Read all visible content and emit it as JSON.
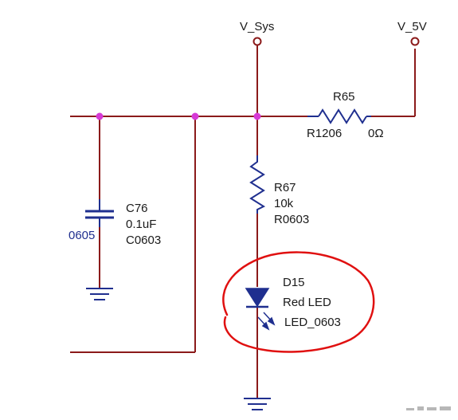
{
  "diagram": {
    "power_nets": {
      "vsys": "V_Sys",
      "v5v": "V_5V"
    },
    "r65": {
      "ref": "R65",
      "package": "R1206",
      "value": "0Ω"
    },
    "r67": {
      "ref": "R67",
      "value": "10k",
      "package": "R0603"
    },
    "c76": {
      "ref": "C76",
      "value": "0.1uF",
      "package": "C0603",
      "clipped_package": "0605"
    },
    "d15": {
      "ref": "D15",
      "value": "Red LED",
      "package": "LED_0603"
    },
    "colors": {
      "wire": "#8b1a1a",
      "junction": "#d63ad6",
      "component": "#1f2f8f",
      "highlight": "#e01010",
      "text": "#1a1a1a"
    }
  }
}
